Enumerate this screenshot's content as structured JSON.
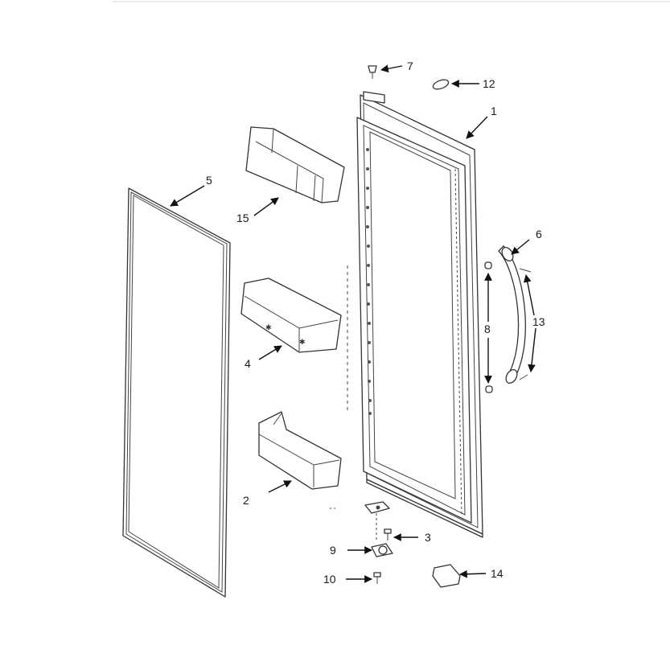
{
  "diagram": {
    "callouts": {
      "door": "1",
      "door_bin_lower": "2",
      "screw_hinge": "3",
      "door_bin_middle": "4",
      "gasket": "5",
      "handle": "6",
      "hinge_pin": "7",
      "standoff": "8",
      "bushing": "9",
      "screw_bottom": "10",
      "screws_handle": "13",
      "washer": "12",
      "clip": "14",
      "door_bin_upper": "15"
    }
  }
}
